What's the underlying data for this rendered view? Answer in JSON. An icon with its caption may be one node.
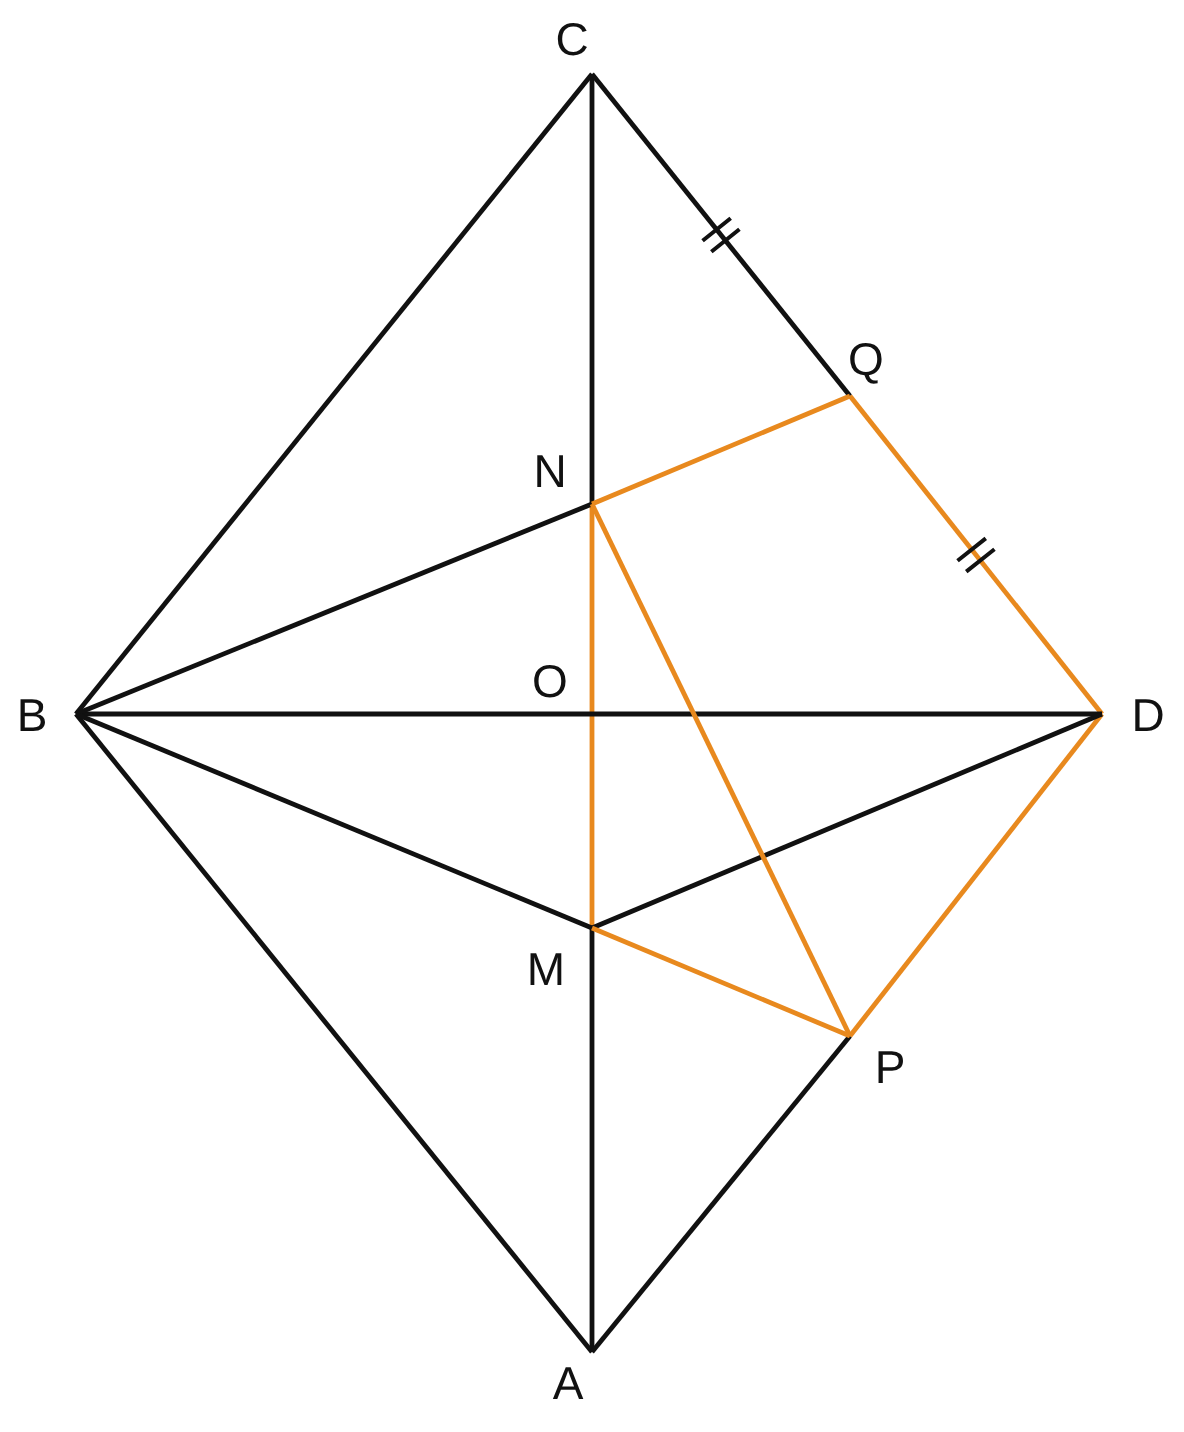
{
  "diagram": {
    "nodes": [
      {
        "text": [
          "C"
        ]
      },
      {
        "text": [
          "Q"
        ]
      },
      {
        "text": [
          "N"
        ]
      },
      {
        "text": [
          "B"
        ]
      },
      {
        "text": [
          "D"
        ]
      },
      {
        "text": [
          "M"
        ]
      },
      {
        "text": [
          "P"
        ]
      },
      {
        "text": [
          "A"
        ]
      }
    ],
    "edges": [
      {
        "from": 0,
        "to": 3,
        "arrow": "none"
      },
      {
        "from": 0,
        "to": 2,
        "arrow": "none"
      },
      {
        "from": 2,
        "to": 5,
        "arrow": "none",
        "color": "#e8891e"
      },
      {
        "from": 5,
        "to": 7,
        "arrow": "none"
      },
      {
        "from": 0,
        "to": 1,
        "arrow": "none"
      },
      {
        "from": 1,
        "to": 4,
        "arrow": "none",
        "color": "#e8891e"
      },
      {
        "from": 3,
        "to": 7,
        "arrow": "none"
      },
      {
        "from": 7,
        "to": 6,
        "arrow": "none"
      },
      {
        "from": 6,
        "to": 4,
        "arrow": "none",
        "color": "#e8891e"
      },
      {
        "from": 3,
        "to": 4,
        "arrow": "none"
      },
      {
        "from": 3,
        "to": 2,
        "arrow": "none"
      },
      {
        "from": 3,
        "to": 5,
        "arrow": "none"
      },
      {
        "from": 5,
        "to": 4,
        "arrow": "none"
      },
      {
        "from": 2,
        "to": 1,
        "arrow": "none",
        "color": "#e8891e"
      },
      {
        "from": 2,
        "to": 6,
        "arrow": "none",
        "color": "#e8891e"
      },
      {
        "from": 5,
        "to": 6,
        "arrow": "none",
        "color": "#e8891e"
      }
    ],
    "labels": [
      "O"
    ]
  }
}
